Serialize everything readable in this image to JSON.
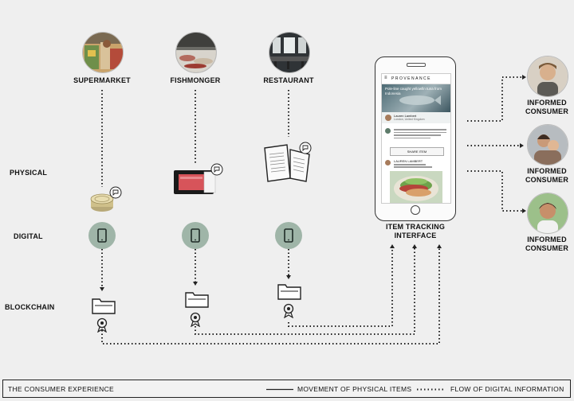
{
  "sources": [
    {
      "label": "SUPERMARKET"
    },
    {
      "label": "FISHMONGER"
    },
    {
      "label": "RESTAURANT"
    }
  ],
  "rows": {
    "physical": "PHYSICAL",
    "digital": "DIGITAL",
    "blockchain": "BLOCKCHAIN"
  },
  "phone": {
    "brand": "PROVENANCE",
    "hero_title": "Pole-line caught yellowfin tuna from Indonesia",
    "author_line": "Lauren Lambert",
    "author_place": "London, United Kingdom",
    "share_button": "SHARE ITEM",
    "post_author": "LAUREN LAMBERT",
    "caption_line1": "ITEM TRACKING",
    "caption_line2": "INTERFACE"
  },
  "consumers": [
    {
      "line1": "INFORMED",
      "line2": "CONSUMER"
    },
    {
      "line1": "INFORMED",
      "line2": "CONSUMER"
    },
    {
      "line1": "INFORMED",
      "line2": "CONSUMER"
    }
  ],
  "footer": {
    "title": "THE CONSUMER EXPERIENCE",
    "legend_solid": "MOVEMENT OF PHYSICAL ITEMS",
    "legend_dotted": "FLOW OF DIGITAL INFORMATION"
  },
  "colors": {
    "background": "#efefef",
    "digital_circle": "#9fb5a8",
    "line": "#222222"
  }
}
